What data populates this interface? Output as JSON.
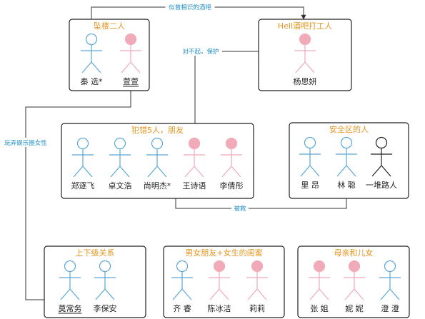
{
  "colors": {
    "male": "#5aa8d6",
    "female": "#f0aab8",
    "neutral": "#222222",
    "group_title": "#e6951f",
    "edge_label": "#1f8fc7"
  },
  "groups": [
    {
      "title": "坠楼二人",
      "members": [
        {
          "name": "秦 选*",
          "gender": "male"
        },
        {
          "name": "萱萱",
          "gender": "female",
          "underline": true
        }
      ]
    },
    {
      "title": "Hell酒吧打工人",
      "members": [
        {
          "name": "杨思妍",
          "gender": "female"
        }
      ]
    },
    {
      "title": "犯错5人，朋友",
      "members": [
        {
          "name": "郑逐飞",
          "gender": "male"
        },
        {
          "name": "卓文浩",
          "gender": "male"
        },
        {
          "name": "尚明杰*",
          "gender": "male"
        },
        {
          "name": "王诗语",
          "gender": "female"
        },
        {
          "name": "李倩彤",
          "gender": "female"
        }
      ]
    },
    {
      "title": "安全区的人",
      "members": [
        {
          "name": "里 昂",
          "gender": "male"
        },
        {
          "name": "林 聪",
          "gender": "male"
        },
        {
          "name": "一堆路人",
          "gender": "neutral"
        }
      ]
    },
    {
      "title": "上下级关系",
      "members": [
        {
          "name": "莫常务",
          "gender": "male",
          "underline": true
        },
        {
          "name": "李保安",
          "gender": "male"
        }
      ]
    },
    {
      "title": "男女朋友+女生的闺蜜",
      "members": [
        {
          "name": "齐 睿",
          "gender": "male"
        },
        {
          "name": "陈冰洁",
          "gender": "female"
        },
        {
          "name": "莉莉",
          "gender": "female"
        }
      ]
    },
    {
      "title": "母亲和儿女",
      "members": [
        {
          "name": "张 姐",
          "gender": "female"
        },
        {
          "name": "妮 妮",
          "gender": "female"
        },
        {
          "name": "澄 澄",
          "gender": "male"
        }
      ]
    }
  ],
  "edges": [
    {
      "label": "似曾相识的酒吧"
    },
    {
      "label": "对不起，保护"
    },
    {
      "label": "玩弄娱乐圈女性"
    },
    {
      "label": "被救"
    }
  ]
}
